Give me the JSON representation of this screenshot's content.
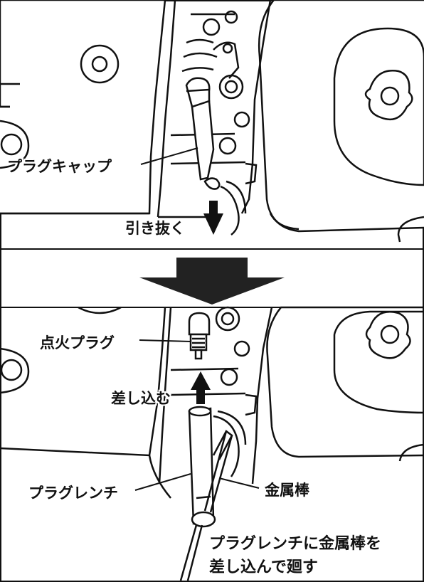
{
  "labels": {
    "plug_cap": "プラグキャップ",
    "pull_out": "引き抜く",
    "spark_plug": "点火プラグ",
    "insert": "差し込む",
    "plug_wrench": "プラグレンチ",
    "metal_rod": "金属棒",
    "instruction_line1": "プラグレンチに金属棒を",
    "instruction_line2": "差し込んで廻す"
  },
  "colors": {
    "ink": "#111111",
    "background": "#ffffff",
    "engine_fill": "#ffffff"
  }
}
